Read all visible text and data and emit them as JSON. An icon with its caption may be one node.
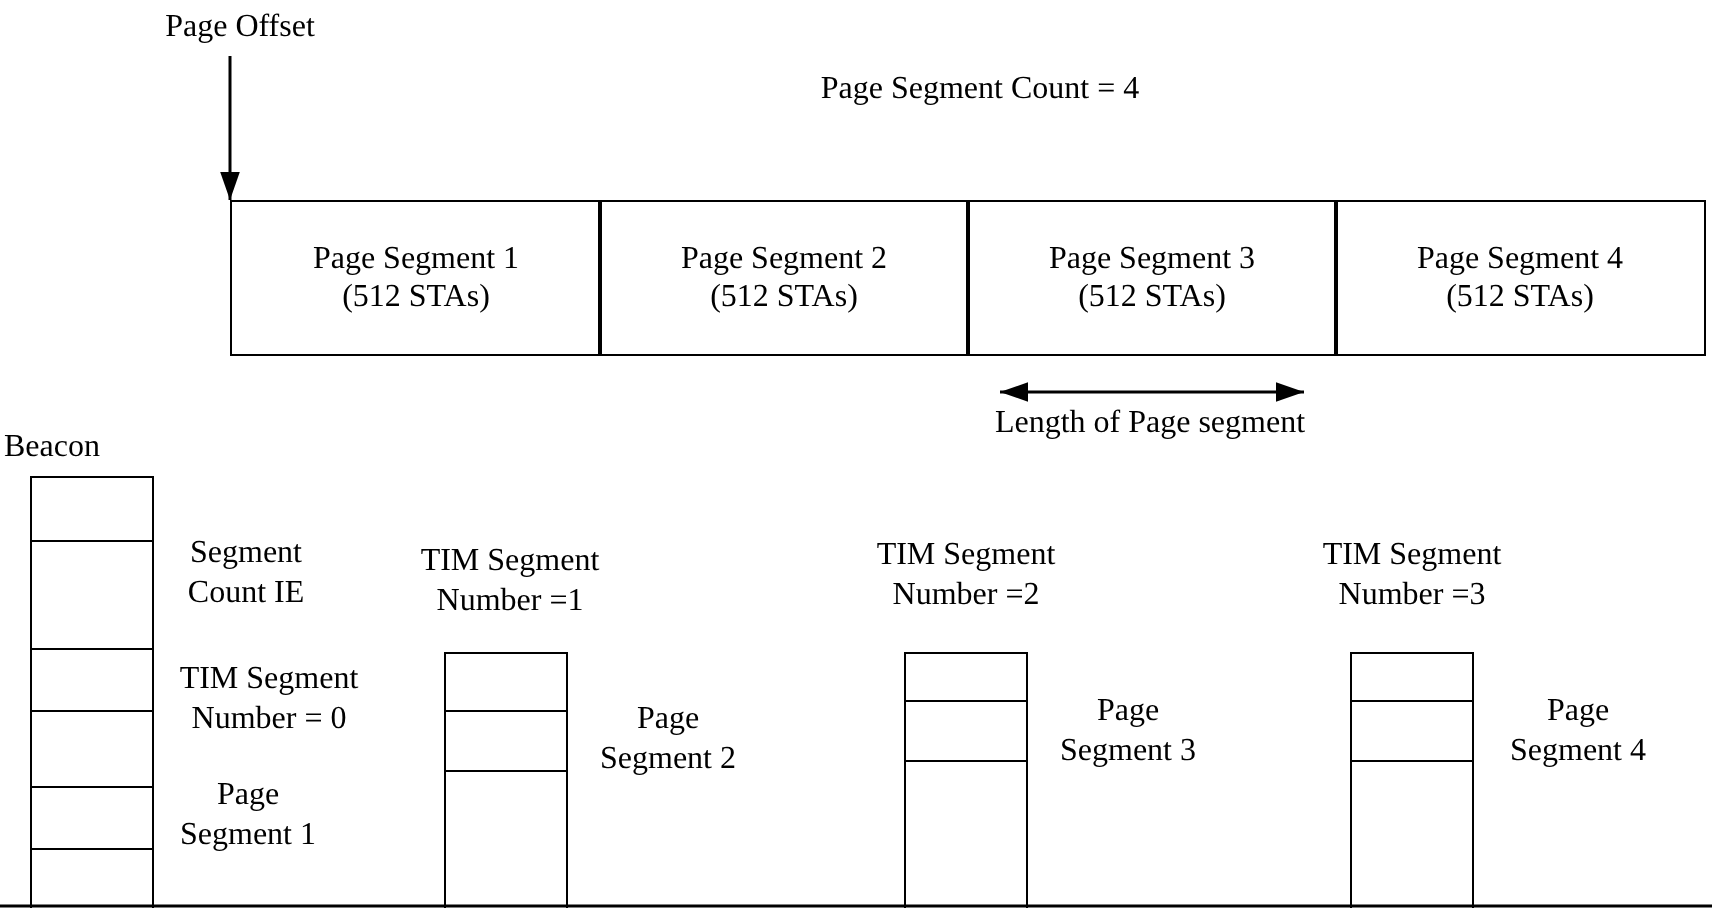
{
  "diagram": {
    "nodes": [
      {
        "text": [
          "Page Offset"
        ]
      },
      {
        "text": [
          "Page Segment 1 (512 STAs)"
        ]
      },
      {
        "text": [
          "Page Segment 2 (512 STAs)"
        ]
      },
      {
        "text": [
          "Page Segment 3 (512 STAs)"
        ]
      },
      {
        "text": [
          "Page Segment 4 (512 STAs)"
        ]
      },
      {
        "text": [
          "Beacon"
        ],
        "beside": [
          "Segment Count IE",
          "TIM Segment Number = 0",
          "Page Segment 1"
        ]
      },
      {
        "text": [
          "TIM Segment Number =1"
        ],
        "beside": [
          "Page Segment 2"
        ]
      },
      {
        "text": [
          "TIM Segment Number =2"
        ],
        "beside": [
          "Page Segment 3"
        ]
      },
      {
        "text": [
          "TIM Segment Number =3"
        ],
        "beside": [
          "Page Segment 4"
        ]
      }
    ],
    "edges": [
      {
        "from": 0,
        "to": 1,
        "arrow": "to"
      }
    ],
    "labels": [
      "Page Segment Count = 4",
      "Length of Page segment"
    ]
  }
}
